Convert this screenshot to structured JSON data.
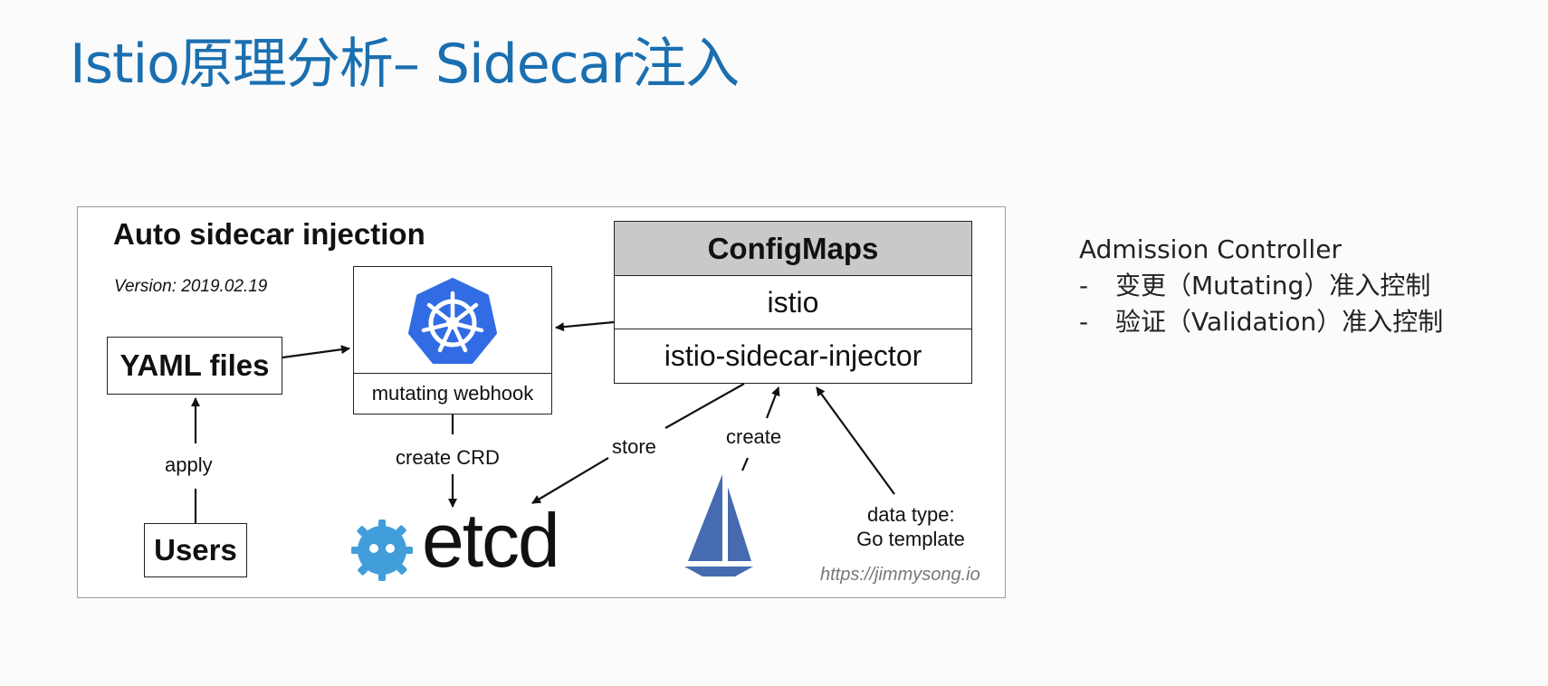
{
  "slide": {
    "title": "Istio原理分析– Sidecar注入"
  },
  "diagram": {
    "title": "Auto sidecar injection",
    "version": "Version: 2019.02.19",
    "yaml_files": "YAML files",
    "users": "Users",
    "apply": "apply",
    "webhook_label": "mutating webhook",
    "create_crd": "create CRD",
    "configmaps": {
      "header": "ConfigMaps",
      "rows": [
        "istio",
        "istio-sidecar-injector"
      ]
    },
    "store": "store",
    "create": "create",
    "data_type_line1": "data type:",
    "data_type_line2": "Go template",
    "etcd": "etcd",
    "url": "https://jimmysong.io",
    "colors": {
      "kubernetes_blue": "#326ce5",
      "etcd_blue": "#419eda",
      "istio_navy": "#466bb0"
    }
  },
  "notes": {
    "heading": "Admission Controller",
    "items": [
      {
        "dash": "-",
        "text": "变更（Mutating）准入控制"
      },
      {
        "dash": "-",
        "text": "验证（Validation）准入控制"
      }
    ]
  }
}
